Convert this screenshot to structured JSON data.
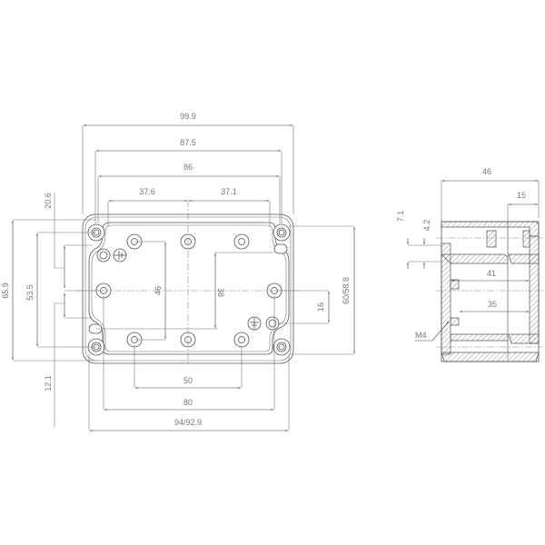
{
  "drawing": {
    "title": "Enclosure technical drawing",
    "top_view": {
      "horizontal_dims": {
        "overall": "99.9",
        "outer_rim": "87.5",
        "inner": "86",
        "left_half": "37.6",
        "right_half": "37.1",
        "screw_spacing": "50",
        "hole_spacing": "80",
        "base": "94/92.9"
      },
      "vertical_dims": {
        "overall": "65.9",
        "mount_spacing": "53.5",
        "top_offset": "20.6",
        "bottom_offset": "12.1",
        "inner_spacing": "46",
        "center_span": "38",
        "ground_offset": "16",
        "height_right": "60/58.8"
      },
      "symbols": [
        "ground-symbol",
        "ground-symbol"
      ]
    },
    "side_view": {
      "dims": {
        "overall_depth": "46",
        "lid_depth": "15",
        "wall_offset": "7.1",
        "gap": "4.2",
        "inner_width": "41",
        "boss_width": "35",
        "thread": "M4"
      }
    }
  }
}
